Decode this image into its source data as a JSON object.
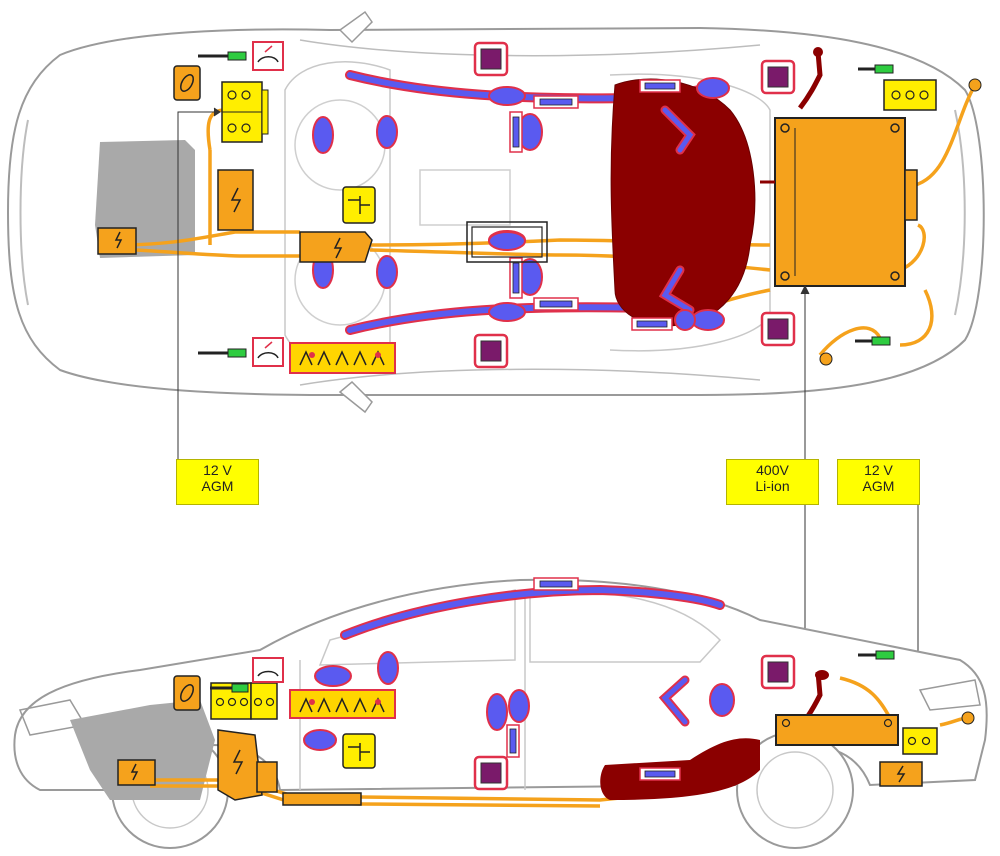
{
  "labels": {
    "front_battery": {
      "line1": "12 V",
      "line2": "AGM"
    },
    "hv_battery": {
      "line1": "400V",
      "line2": "Li-ion"
    },
    "rear_battery": {
      "line1": "12 V",
      "line2": "AGM"
    }
  },
  "colors": {
    "body_outline": "#9a9a9a",
    "high_voltage_cable": "#f5a21c",
    "hv_component": "#f5a21c",
    "fuel_tank": "#8b0000",
    "airbag": "#5a5af0",
    "airbag_border": "#e0304a",
    "reinforcement_box": "#7a1a6a",
    "callout_background": "#ffff00",
    "engine_block": "#a0a0a0",
    "pretensioner_label": "#ffd500"
  },
  "icons": [
    "lightning-icon",
    "battery-icon",
    "airbag-icon",
    "gas-strut-icon",
    "hood-lifter-icon",
    "seatbelt-pretensioner-icon",
    "fuse-icon",
    "disconnect-icon"
  ]
}
